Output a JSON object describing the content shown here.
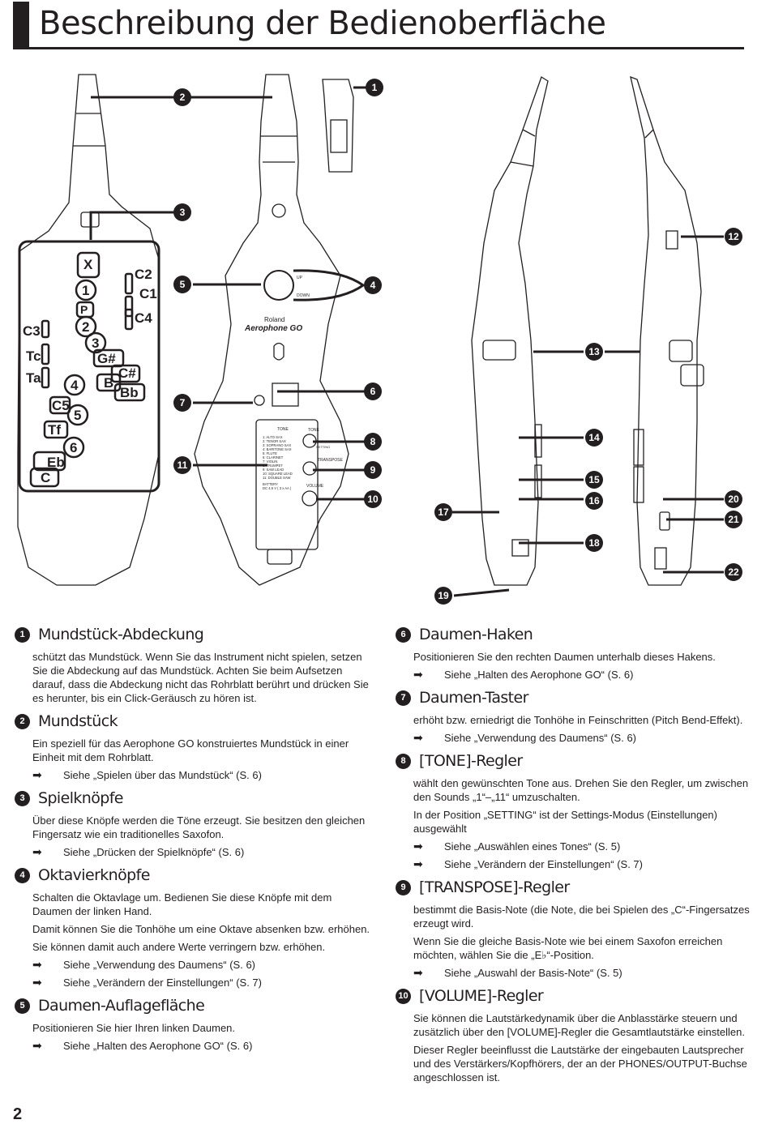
{
  "title": "Beschreibung der Bedienoberfläche",
  "page_number": "2",
  "illustration": {
    "brand": "Roland",
    "model": "Aerophone GO",
    "up_label": "UP",
    "down_label": "DOWN",
    "tone_label": "TONE",
    "transpose_label": "TRANSPOSE",
    "volume_label": "VOLUME",
    "setting_label": "SETTING",
    "tone_list": [
      "1: ALTO SAX",
      "2: TENOR SAX",
      "3: SOPRANO SAX",
      "4: BARITONE SAX",
      "5: FLUTE",
      "6: CLARINET",
      "7: VIOLIN",
      "8: TRUMPET",
      "9: SAW LEAD",
      "10: SQUARE LEAD",
      "11: DOUBLE SAW"
    ],
    "battery_label": "BATTERY",
    "battery_spec": "DC 4.5 V ( 3 x AA )",
    "key_labels": [
      "X",
      "1",
      "P",
      "2",
      "3",
      "G#",
      "C#",
      "B",
      "Bb",
      "4",
      "C5",
      "5",
      "Tf",
      "6",
      "Eb",
      "C",
      "C2",
      "C1",
      "C4",
      "C3",
      "Tc",
      "Ta"
    ],
    "callouts": [
      "1",
      "2",
      "3",
      "4",
      "5",
      "6",
      "7",
      "8",
      "9",
      "10",
      "11",
      "12",
      "13",
      "14",
      "15",
      "16",
      "17",
      "18",
      "19",
      "20",
      "21",
      "22"
    ]
  },
  "left_sections": [
    {
      "num": "1",
      "title": "Mundstück-Abdeckung",
      "paragraphs": [
        "schützt das Mundstück. Wenn Sie das Instrument nicht spielen, setzen Sie die Abdeckung auf das Mundstück. Achten Sie beim Aufsetzen darauf, dass die Abdeckung nicht das Rohrblatt berührt und drücken Sie es herunter, bis ein Click-Geräusch zu hören ist."
      ],
      "refs": []
    },
    {
      "num": "2",
      "title": "Mundstück",
      "paragraphs": [
        "Ein speziell für das Aerophone GO konstruiertes Mundstück in einer Einheit mit dem Rohrblatt."
      ],
      "refs": [
        "Siehe „Spielen über das Mundstück“ (S. 6)"
      ]
    },
    {
      "num": "3",
      "title": "Spielknöpfe",
      "paragraphs": [
        "Über diese Knöpfe werden die Töne erzeugt. Sie besitzen den gleichen Fingersatz wie ein traditionelles Saxofon."
      ],
      "refs": [
        "Siehe „Drücken der Spielknöpfe“ (S. 6)"
      ]
    },
    {
      "num": "4",
      "title": "Oktavierknöpfe",
      "paragraphs": [
        "Schalten die Oktavlage um. Bedienen Sie diese Knöpfe mit dem Daumen der linken Hand.",
        "Damit können Sie die Tonhöhe um eine Oktave absenken bzw. erhöhen.",
        "Sie können damit auch andere Werte verringern bzw. erhöhen."
      ],
      "refs": [
        "Siehe „Verwendung des Daumens“ (S. 6)",
        "Siehe „Verändern der Einstellungen“ (S. 7)"
      ]
    },
    {
      "num": "5",
      "title": "Daumen-Auflagefläche",
      "paragraphs": [
        "Positionieren Sie hier Ihren linken Daumen."
      ],
      "refs": [
        "Siehe „Halten des Aerophone GO“ (S. 6)"
      ]
    }
  ],
  "right_sections": [
    {
      "num": "6",
      "title": "Daumen-Haken",
      "paragraphs": [
        "Positionieren Sie den rechten Daumen unterhalb dieses Hakens."
      ],
      "refs": [
        "Siehe „Halten des Aerophone GO“ (S. 6)"
      ]
    },
    {
      "num": "7",
      "title": "Daumen-Taster",
      "paragraphs": [
        "erhöht bzw. erniedrigt die Tonhöhe in Feinschritten (Pitch Bend-Effekt)."
      ],
      "refs": [
        "Siehe „Verwendung des Daumens“ (S. 6)"
      ]
    },
    {
      "num": "8",
      "title": "[TONE]-Regler",
      "paragraphs": [
        "wählt den gewünschten Tone aus. Drehen Sie den Regler, um zwischen den Sounds „1“–„11“ umzuschalten.",
        "In der Position „SETTING“ ist der Settings-Modus (Einstellungen) ausgewählt"
      ],
      "refs": [
        "Siehe „Auswählen eines Tones“ (S. 5)",
        "Siehe „Verändern der Einstellungen“ (S. 7)"
      ]
    },
    {
      "num": "9",
      "title": "[TRANSPOSE]-Regler",
      "paragraphs": [
        "bestimmt die Basis-Note (die Note, die bei Spielen des „C“-Fingersatzes erzeugt wird.",
        "Wenn Sie die gleiche Basis-Note wie bei einem  Saxofon erreichen möchten, wählen Sie die „E♭“-Position."
      ],
      "refs": [
        "Siehe „Auswahl der Basis-Note“ (S. 5)"
      ]
    },
    {
      "num": "10",
      "title": "[VOLUME]-Regler",
      "paragraphs": [
        "Sie können die Lautstärkedynamik über die Anblasstärke steuern und zusätzlich über den [VOLUME]-Regler die Gesamtlautstärke einstellen.",
        "Dieser Regler beeinflusst die Lautstärke der eingebauten Lautsprecher und des Verstärkers/Kopfhörers, der an der PHONES/OUTPUT-Buchse angeschlossen ist."
      ],
      "refs": []
    }
  ]
}
